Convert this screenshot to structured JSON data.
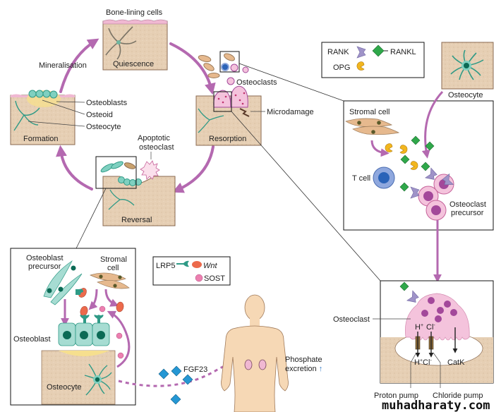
{
  "colors": {
    "bone": "#e9d3bb",
    "bone_dark": "#d8c2a6",
    "bone_border": "#8a6a50",
    "lining": "#f0b8d2",
    "osteocyte": "#2f9a86",
    "osteoblast": "#a6dcd2",
    "nucleus_teal": "#0b6a55",
    "arrow_purple": "#b469b0",
    "osteoclast_pink": "#f4c3dc",
    "nucleus_purple": "#a3489a",
    "rank": "#9f93c8",
    "rankl": "#2fa84a",
    "opg": "#f2b61e",
    "tcell": "#8fa8de",
    "tcell_nucleus": "#2a63b8",
    "stromal": "#e6b98e",
    "wnt": "#ec6a4c",
    "sost": "#ec80b0",
    "fgf23": "#2597d4",
    "skin": "#f6d8b5",
    "osteoid": "#f6df8e"
  },
  "cycle": {
    "quiescence": {
      "label": "Quiescence",
      "top_label": "Bone-lining cells"
    },
    "formation": {
      "label": "Formation",
      "arrow_label": "Mineralisation",
      "callouts": [
        "Osteoblasts",
        "Osteoid",
        "Osteocyte"
      ]
    },
    "resorption": {
      "label": "Resorption",
      "callouts": [
        "Osteoclasts",
        "Microdamage"
      ]
    },
    "reversal": {
      "label": "Reversal",
      "callout": [
        "Apoptotic",
        "osteoclast"
      ]
    }
  },
  "rank_legend": {
    "rank": "RANK",
    "rankl": "RANKL",
    "opg": "OPG"
  },
  "osteocyte_panel": {
    "label": "Osteocyte"
  },
  "stromal_panel": {
    "stromal_cell": "Stromal cell",
    "t_cell": "T cell",
    "precursor": [
      "Osteoclast",
      "precursor"
    ]
  },
  "osteoclast_panel": {
    "osteoclast": "Osteoclast",
    "ions_top": [
      "H",
      "+",
      "Cl",
      "-"
    ],
    "ions_bottom": [
      "H",
      "+",
      "Cl",
      "-"
    ],
    "catk": "CatK",
    "proton_pump": "Proton pump",
    "chloride_pump": "Chloride pump"
  },
  "wnt_panel": {
    "osteoblast_precursor": [
      "Osteoblast",
      "precursor"
    ],
    "stromal_cell": [
      "Stromal",
      "cell"
    ],
    "osteoblast": "Osteoblast",
    "osteocyte": "Osteocyte"
  },
  "wnt_legend": {
    "lrp5": "LRP5",
    "wnt": "Wnt",
    "sost": "SOST"
  },
  "fgf23": {
    "label": "FGF23"
  },
  "kidney": {
    "label": [
      "Phosphate",
      "excretion"
    ],
    "arrow": "↑"
  },
  "watermark": "muhadharaty.com"
}
